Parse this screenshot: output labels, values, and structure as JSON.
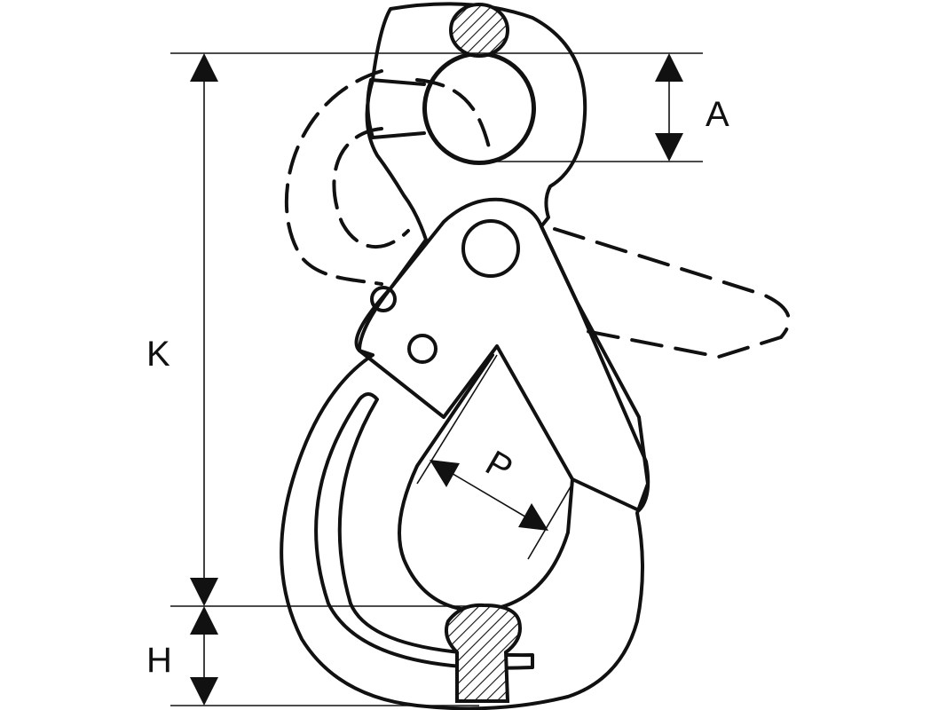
{
  "diagram": {
    "labels": {
      "a": "A",
      "k": "K",
      "h": "H",
      "p": "P"
    },
    "colors": {
      "stroke": "#111111",
      "background": "#ffffff"
    }
  }
}
